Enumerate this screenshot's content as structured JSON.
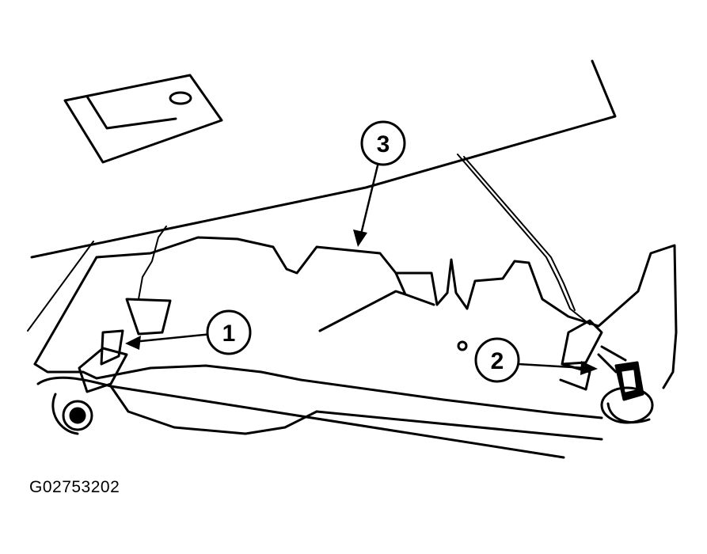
{
  "figure": {
    "id_label": "G02753202",
    "line_color": "#000000",
    "background": "#ffffff"
  },
  "callouts": [
    {
      "number": "1"
    },
    {
      "number": "2"
    },
    {
      "number": "3"
    }
  ]
}
